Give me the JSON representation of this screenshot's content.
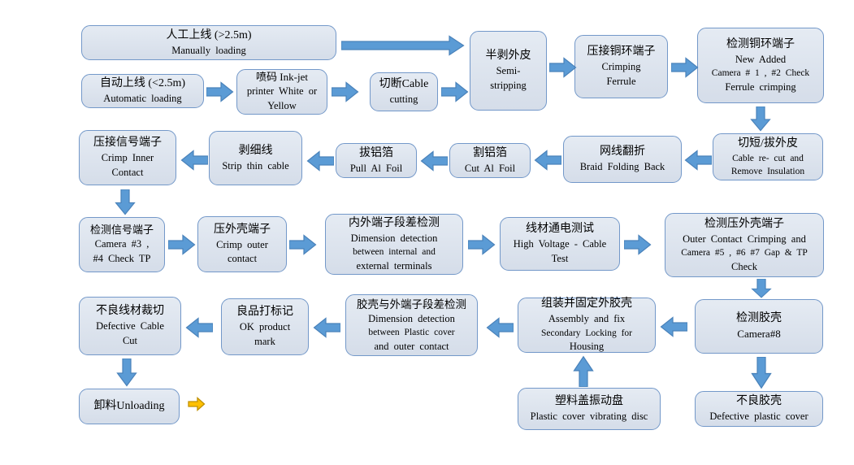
{
  "diagram": {
    "type": "flowchart",
    "language": "zh-en",
    "colors": {
      "box_fill": "#dce3ee",
      "box_border": "#7398c9",
      "arrow_blue": "#5b9bd5",
      "arrow_yellow": "#ffc001",
      "background": "#ffffff"
    },
    "nodes": {
      "manual_loading": {
        "lines": [
          "人工上线 (>2.5m)",
          "Manually loading"
        ]
      },
      "auto_loading": {
        "lines": [
          "自动上线 (<2.5m)",
          "Automatic loading"
        ]
      },
      "inkjet": {
        "lines": [
          "喷码 Ink-jet",
          "printer White or",
          "Yellow"
        ]
      },
      "cable_cutting": {
        "lines": [
          "切断Cable",
          "cutting"
        ]
      },
      "semi_stripping": {
        "lines": [
          "半剥外皮",
          "Semi-",
          "stripping"
        ]
      },
      "crimping_ferrule": {
        "lines": [
          "压接铜环端子",
          "Crimping",
          "Ferrule"
        ]
      },
      "check_ferrule": {
        "lines": [
          "检测铜环端子",
          "New Added",
          "Camera # 1 ,  #2 Check",
          "Ferrule crimping"
        ]
      },
      "recut_remove": {
        "lines": [
          "切短/拔外皮",
          "Cable re- cut and",
          "Remove  Insulation"
        ]
      },
      "braid_folding": {
        "lines": [
          "网线翻折",
          "Braid Folding Back"
        ]
      },
      "cut_al_foil": {
        "lines": [
          "割铝箔",
          "Cut Al Foil"
        ]
      },
      "pull_al_foil": {
        "lines": [
          "拔铝箔",
          "Pull Al Foil"
        ]
      },
      "strip_thin_cable": {
        "lines": [
          "剥细线",
          "Strip thin cable"
        ]
      },
      "crimp_inner": {
        "lines": [
          "压接信号端子",
          "Crimp Inner",
          "Contact"
        ]
      },
      "check_signal": {
        "lines": [
          "检测信号端子",
          "Camera #3 ,",
          "#4  Check TP"
        ]
      },
      "crimp_outer": {
        "lines": [
          "压外壳端子",
          "Crimp outer",
          "contact"
        ]
      },
      "dim_detect_terminals": {
        "lines": [
          "内外端子段差检测",
          "Dimension detection",
          "between internal and",
          "external terminals"
        ]
      },
      "high_voltage": {
        "lines": [
          "线材通电测试",
          "High Voltage - Cable",
          "Test"
        ]
      },
      "check_outer_crimp": {
        "lines": [
          "检测压外壳端子",
          "Outer Contact Crimping and",
          "Camera #5 ,  #6 #7 Gap & TP",
          "Check"
        ]
      },
      "defective_cable_cut": {
        "lines": [
          "不良线材裁切",
          "Defective Cable",
          "Cut"
        ]
      },
      "ok_mark": {
        "lines": [
          "良品打标记",
          "OK product",
          "mark"
        ]
      },
      "dim_detect_cover": {
        "lines": [
          "胶壳与外端子段差检测",
          "Dimension detection",
          "between Plastic cover",
          "and outer contact"
        ]
      },
      "assembly_fix": {
        "lines": [
          "组装并固定外胶壳",
          "Assembly and fix",
          "Secondary Locking for",
          "Housing"
        ]
      },
      "check_cover": {
        "lines": [
          "检测胶壳",
          "Camera#8"
        ]
      },
      "unloading": {
        "lines": [
          "卸料Unloading"
        ]
      },
      "vibrating_disc": {
        "lines": [
          "塑料盖振动盘",
          "Plastic cover vibrating disc"
        ]
      },
      "defective_cover": {
        "lines": [
          "不良胶壳",
          "Defective plastic cover"
        ]
      }
    },
    "arrows": [
      {
        "from": "manual_loading",
        "to": "semi_stripping",
        "direction": "right",
        "color": "#5b9bd5"
      },
      {
        "from": "auto_loading",
        "to": "inkjet",
        "direction": "right",
        "color": "#5b9bd5"
      },
      {
        "from": "inkjet",
        "to": "cable_cutting",
        "direction": "right",
        "color": "#5b9bd5"
      },
      {
        "from": "cable_cutting",
        "to": "semi_stripping",
        "direction": "right",
        "color": "#5b9bd5"
      },
      {
        "from": "semi_stripping",
        "to": "crimping_ferrule",
        "direction": "right",
        "color": "#5b9bd5"
      },
      {
        "from": "crimping_ferrule",
        "to": "check_ferrule",
        "direction": "right",
        "color": "#5b9bd5"
      },
      {
        "from": "check_ferrule",
        "to": "recut_remove",
        "direction": "down",
        "color": "#5b9bd5"
      },
      {
        "from": "recut_remove",
        "to": "braid_folding",
        "direction": "left",
        "color": "#5b9bd5"
      },
      {
        "from": "braid_folding",
        "to": "cut_al_foil",
        "direction": "left",
        "color": "#5b9bd5"
      },
      {
        "from": "cut_al_foil",
        "to": "pull_al_foil",
        "direction": "left",
        "color": "#5b9bd5"
      },
      {
        "from": "pull_al_foil",
        "to": "strip_thin_cable",
        "direction": "left",
        "color": "#5b9bd5"
      },
      {
        "from": "strip_thin_cable",
        "to": "crimp_inner",
        "direction": "left",
        "color": "#5b9bd5"
      },
      {
        "from": "crimp_inner",
        "to": "check_signal",
        "direction": "down",
        "color": "#5b9bd5"
      },
      {
        "from": "check_signal",
        "to": "crimp_outer",
        "direction": "right",
        "color": "#5b9bd5"
      },
      {
        "from": "crimp_outer",
        "to": "dim_detect_terminals",
        "direction": "right",
        "color": "#5b9bd5"
      },
      {
        "from": "dim_detect_terminals",
        "to": "high_voltage",
        "direction": "right",
        "color": "#5b9bd5"
      },
      {
        "from": "high_voltage",
        "to": "check_outer_crimp",
        "direction": "right",
        "color": "#5b9bd5"
      },
      {
        "from": "check_outer_crimp",
        "to": "check_cover",
        "direction": "down",
        "color": "#5b9bd5"
      },
      {
        "from": "check_cover",
        "to": "assembly_fix",
        "direction": "left",
        "color": "#5b9bd5"
      },
      {
        "from": "assembly_fix",
        "to": "dim_detect_cover",
        "direction": "left",
        "color": "#5b9bd5"
      },
      {
        "from": "dim_detect_cover",
        "to": "ok_mark",
        "direction": "left",
        "color": "#5b9bd5"
      },
      {
        "from": "ok_mark",
        "to": "defective_cable_cut",
        "direction": "left",
        "color": "#5b9bd5"
      },
      {
        "from": "defective_cable_cut",
        "to": "unloading",
        "direction": "down",
        "color": "#5b9bd5"
      },
      {
        "from": "unloading",
        "to": "out",
        "direction": "right",
        "color": "#ffc001"
      },
      {
        "from": "vibrating_disc",
        "to": "assembly_fix",
        "direction": "up",
        "color": "#5b9bd5"
      },
      {
        "from": "check_cover",
        "to": "defective_cover",
        "direction": "down",
        "color": "#5b9bd5"
      }
    ]
  }
}
